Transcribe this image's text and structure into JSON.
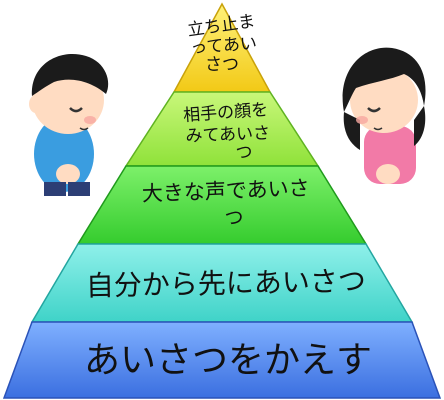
{
  "pyramid": {
    "tiers": [
      {
        "lines": [
          "立ち止ま",
          "ってあい",
          "さつ"
        ],
        "color_top": "#fff27a",
        "color_bottom": "#f2c916",
        "edge": "#c9a20a"
      },
      {
        "lines": [
          "相手の顔を",
          "みてあいさ",
          "つ"
        ],
        "color_top": "#c9f77a",
        "color_bottom": "#8fe23a",
        "edge": "#5fb321"
      },
      {
        "lines": [
          "大きな声であいさ",
          "つ"
        ],
        "color_top": "#7df06a",
        "color_bottom": "#35cc2e",
        "edge": "#1f9a1c"
      },
      {
        "lines": [
          "自分から先にあいさつ"
        ],
        "color_top": "#8ff0ea",
        "color_bottom": "#3fd3c8",
        "edge": "#23a6a0"
      },
      {
        "lines": [
          "あいさつをかえす"
        ],
        "color_top": "#7fb0ff",
        "color_bottom": "#3b6fe0",
        "edge": "#2a52b8"
      }
    ]
  },
  "figures": {
    "left": {
      "icon": "bowing-boy-icon",
      "hair": "#1b1b1b",
      "shirt": "#3a9de0",
      "skin": "#ffdcc2"
    },
    "right": {
      "icon": "bowing-girl-icon",
      "hair": "#1b1b1b",
      "shirt": "#f27aa7",
      "skin": "#ffdcc2"
    }
  }
}
